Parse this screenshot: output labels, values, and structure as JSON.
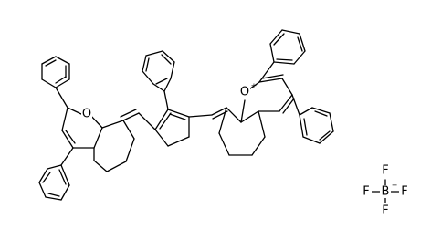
{
  "structure": {
    "atom_labels": {
      "oxygen_left": "O",
      "oxygen_right": "O",
      "oxygen_right_charge": "+",
      "boron": "B",
      "boron_charge": "−",
      "fluorine_top": "F",
      "fluorine_left": "F",
      "fluorine_right": "F",
      "fluorine_bottom": "F"
    }
  }
}
